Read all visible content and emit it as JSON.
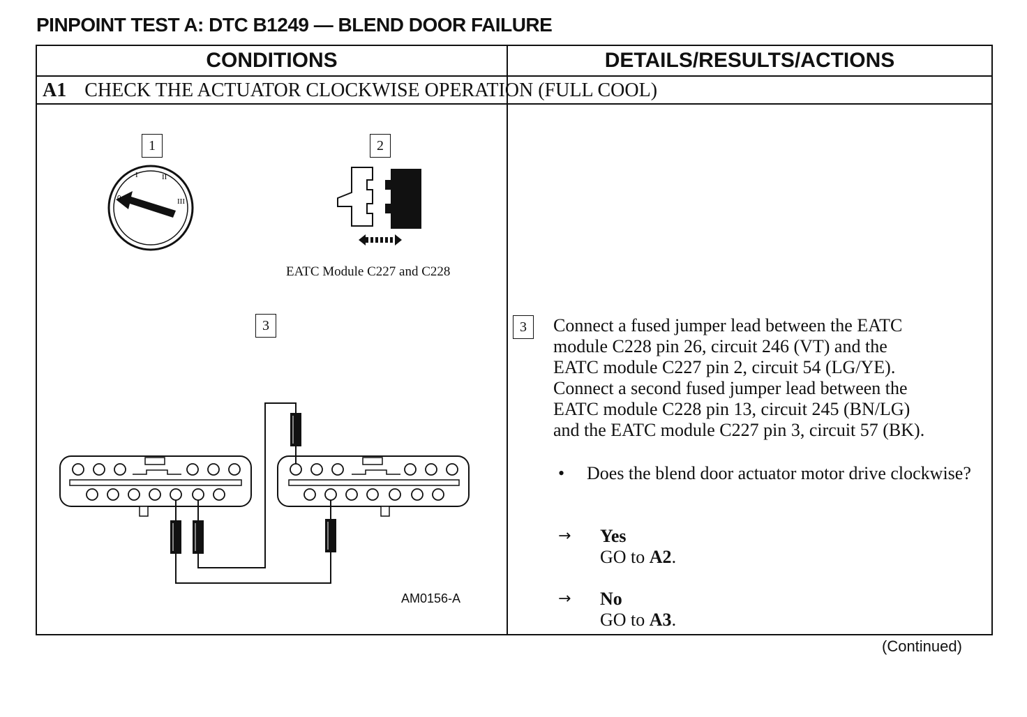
{
  "heading": "PINPOINT TEST A:  DTC B1249 — BLEND DOOR FAILURE",
  "columns": {
    "left": "CONDITIONS",
    "right": "DETAILS/RESULTS/ACTIONS"
  },
  "step": {
    "id": "A1",
    "title": "CHECK THE ACTUATOR CLOCKWISE OPERATION (FULL COOL)"
  },
  "callouts": {
    "c1": "1",
    "c2": "2",
    "c3": "3",
    "c3_right": "3"
  },
  "ignition_marks": {
    "off": "0",
    "one": "I",
    "two": "II",
    "three": "III"
  },
  "connector_caption": "EATC Module C227 and C228",
  "figure_id": "AM0156-A",
  "instruction_lines": [
    "Connect a fused jumper lead between the EATC",
    "module C228 pin 26, circuit 246 (VT) and the",
    "EATC module C227 pin 2, circuit 54 (LG/YE).",
    "Connect a second fused jumper lead between the",
    "EATC module C228 pin 13, circuit 245 (BN/LG)",
    "and the EATC  module C227 pin 3, circuit 57 (BK)."
  ],
  "bullet_symbol": "•",
  "question": "Does the blend door actuator motor drive clockwise?",
  "answers": {
    "arrow": "→",
    "yes": {
      "label": "Yes",
      "go_prefix": "GO to ",
      "target": "A2",
      "suffix": "."
    },
    "no": {
      "label": "No",
      "go_prefix": "GO to ",
      "target": "A3",
      "suffix": "."
    }
  },
  "continued": "(Continued)"
}
